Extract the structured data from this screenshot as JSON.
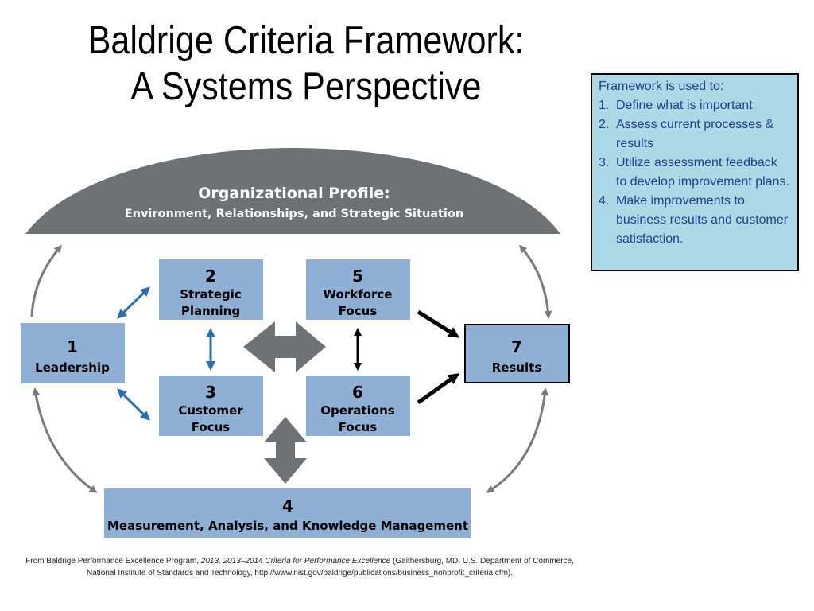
{
  "slide": {
    "title_line1": "Baldrige Criteria Framework:",
    "title_line2": "A Systems Perspective"
  },
  "note": {
    "heading": "Framework is used to:",
    "items": [
      {
        "num": "1.",
        "text": "Define what is important"
      },
      {
        "num": "2.",
        "text": "Assess current processes & results"
      },
      {
        "num": "3.",
        "text": "Utilize assessment feedback  to develop improvement plans."
      },
      {
        "num": "4.",
        "text": "Make improvements to business results and customer satisfaction."
      }
    ]
  },
  "diagram": {
    "profile": {
      "title": "Organizational Profile:",
      "subtitle": "Environment, Relationships, and Strategic Situation"
    },
    "boxes": {
      "leadership": {
        "num": "1",
        "label1": "Leadership"
      },
      "strategic": {
        "num": "2",
        "label1": "Strategic",
        "label2": "Planning"
      },
      "customer": {
        "num": "3",
        "label1": "Customer",
        "label2": "Focus"
      },
      "measurement": {
        "num": "4",
        "label1": "Measurement, Analysis, and Knowledge Management"
      },
      "workforce": {
        "num": "5",
        "label1": "Workforce",
        "label2": "Focus"
      },
      "operations": {
        "num": "6",
        "label1": "Operations",
        "label2": "Focus"
      },
      "results": {
        "num": "7",
        "label1": "Results"
      }
    },
    "colors": {
      "box_fill": "#8fafd4",
      "profile_fill": "#6f7275",
      "big_arrow": "#6f7275",
      "blue_arrow": "#2a6fb0",
      "black_arrow": "#000000",
      "gray_curve": "#7a7a7a"
    }
  },
  "citation": {
    "prefix": "From Baldrige Performance Excellence Program, ",
    "italic": "2013, 2013–2014 Criteria for Performance Excellence",
    "suffix": " (Gaithersburg, MD: U.S. Department of Commerce, National Institute of Standards and Technology, http://www.nist.gov/baldrige/publications/business_nonprofit_criteria.cfm)."
  }
}
